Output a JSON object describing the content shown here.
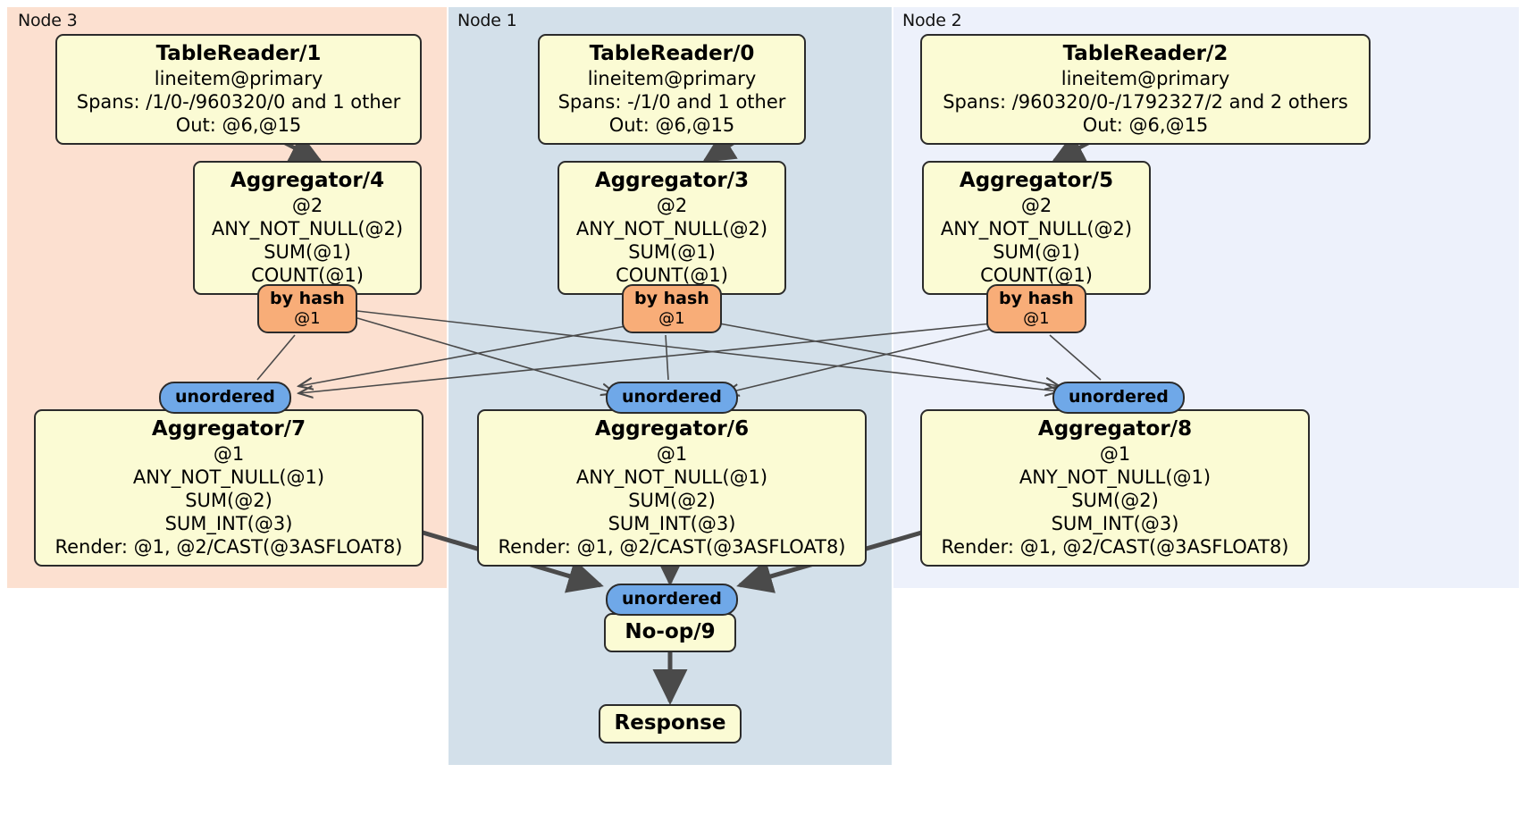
{
  "diagram": {
    "kind": "distributed-query-plan",
    "colors": {
      "node3_bg": "#fce0d0",
      "node1_bg": "#d3e0ea",
      "node2_bg": "#edf1fb",
      "processor_fill": "#fbfbd4",
      "processor_stroke": "#2b2b2b",
      "hash_router_fill": "#f8ad78",
      "unordered_sync_fill": "#6fa8e8",
      "edge_stroke": "#4a4a4a"
    }
  },
  "nodes": [
    {
      "id": "node3",
      "label": "Node 3"
    },
    {
      "id": "node1",
      "label": "Node 1"
    },
    {
      "id": "node2",
      "label": "Node 2"
    }
  ],
  "processors": {
    "table_reader_1": {
      "title": "TableReader/1",
      "lines": [
        "lineitem@primary",
        "Spans: /1/0-/960320/0 and 1 other",
        "Out: @6,@15"
      ]
    },
    "table_reader_0": {
      "title": "TableReader/0",
      "lines": [
        "lineitem@primary",
        "Spans: -/1/0 and 1 other",
        "Out: @6,@15"
      ]
    },
    "table_reader_2": {
      "title": "TableReader/2",
      "lines": [
        "lineitem@primary",
        "Spans: /960320/0-/1792327/2 and 2 others",
        "Out: @6,@15"
      ]
    },
    "aggregator_4": {
      "title": "Aggregator/4",
      "lines": [
        "@2",
        "ANY_NOT_NULL(@2)",
        "SUM(@1)",
        "COUNT(@1)"
      ]
    },
    "aggregator_3": {
      "title": "Aggregator/3",
      "lines": [
        "@2",
        "ANY_NOT_NULL(@2)",
        "SUM(@1)",
        "COUNT(@1)"
      ]
    },
    "aggregator_5": {
      "title": "Aggregator/5",
      "lines": [
        "@2",
        "ANY_NOT_NULL(@2)",
        "SUM(@1)",
        "COUNT(@1)"
      ]
    },
    "aggregator_7": {
      "title": "Aggregator/7",
      "lines": [
        "@1",
        "ANY_NOT_NULL(@1)",
        "SUM(@2)",
        "SUM_INT(@3)",
        "Render: @1, @2/CAST(@3ASFLOAT8)"
      ]
    },
    "aggregator_6": {
      "title": "Aggregator/6",
      "lines": [
        "@1",
        "ANY_NOT_NULL(@1)",
        "SUM(@2)",
        "SUM_INT(@3)",
        "Render: @1, @2/CAST(@3ASFLOAT8)"
      ]
    },
    "aggregator_8": {
      "title": "Aggregator/8",
      "lines": [
        "@1",
        "ANY_NOT_NULL(@1)",
        "SUM(@2)",
        "SUM_INT(@3)",
        "Render: @1, @2/CAST(@3ASFLOAT8)"
      ]
    },
    "noop_9": {
      "title": "No-op/9",
      "lines": []
    },
    "response": {
      "title": "Response",
      "lines": []
    }
  },
  "routers": {
    "hash_left": {
      "title": "by hash",
      "sub": "@1"
    },
    "hash_mid": {
      "title": "by hash",
      "sub": "@1"
    },
    "hash_right": {
      "title": "by hash",
      "sub": "@1"
    },
    "sync_left": {
      "title": "unordered"
    },
    "sync_mid": {
      "title": "unordered"
    },
    "sync_right": {
      "title": "unordered"
    },
    "sync_final": {
      "title": "unordered"
    }
  }
}
